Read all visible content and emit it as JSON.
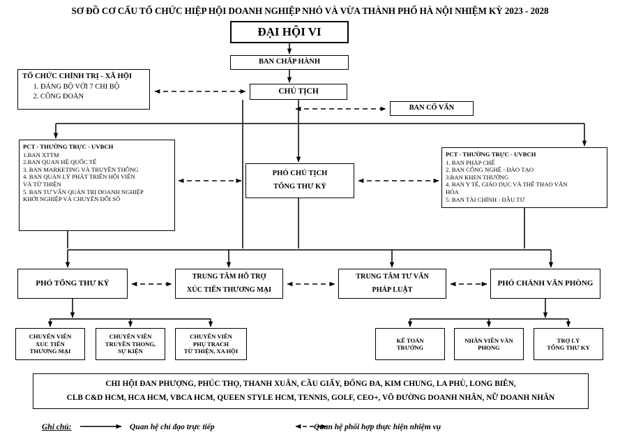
{
  "title": "SƠ ĐỒ CƠ CẤU TỔ CHỨC HIỆP HỘI DOANH NGHIỆP NHỎ VÀ VỪA THÀNH PHỐ HÀ NỘI NHIỆM KỲ 2023 - 2028",
  "nodes": {
    "dai_hoi": "ĐẠI HỘI VI",
    "ban_chap_hanh": "BAN CHẤP HÀNH",
    "chu_tich": "CHỦ TỊCH",
    "ban_co_van": "BAN CỐ VẤN",
    "to_chuc_ct_xh": {
      "heading": "TỔ CHỨC CHÍNH TRỊ - XÃ HỘI",
      "items": [
        "ĐẢNG BỘ VỚI 7 CHI BỘ",
        "CÔNG ĐOÀN"
      ]
    },
    "pct_left": {
      "heading": "PCT - THƯỜNG TRỰC - UVBCH",
      "lines": [
        "1.BAN XTTM",
        "2.BAN QUAN HỆ QUỐC TẾ",
        "3. BAN MARKETING VÀ TRUYỀN THÔNG",
        "4. BAN QUẢN LÝ PHÁT TRIỂN HỘI VIÊN",
        "VÀ TỪ THIỆN",
        "5. BAN TƯ VẤN QUẢN TRỊ DOANH NGHIỆP",
        "KHỞI NGHIỆP VÀ CHUYỂN ĐỔI SỐ"
      ]
    },
    "pct_right": {
      "heading": "PCT - THƯỜNG TRỰC - UVBCH",
      "lines": [
        "1. BAN PHÁP CHẾ",
        "2. BAN CÔNG NGHỆ - ĐÀO TẠO",
        "3.BAN KHEN THƯỞNG",
        "4. BAN Y TẾ, GIÁO DỤC VÀ THỂ THAO VĂN",
        "HÓA",
        "5. BAN TÀI CHÍNH - ĐẦU TƯ"
      ]
    },
    "pho_chu_tich": [
      "PHÓ CHỦ TỊCH",
      "TỔNG THƯ KÝ"
    ],
    "pho_tong_thu_ky": [
      "PHÓ TỔNG THƯ KÝ"
    ],
    "trung_tam_ho_tro": [
      "TRUNG TÂM HỖ TRỢ",
      "XÚC TIẾN THƯƠNG MẠI"
    ],
    "trung_tam_tu_van": [
      "TRUNG TÂM TƯ VẤN",
      "PHÁP LUẬT"
    ],
    "pho_chanh_van_phong": [
      "PHÓ CHÁNH VĂN PHÒNG"
    ],
    "chuyen_vien_1": [
      "CHUYÊN VIÊN",
      "XUC TIẾN",
      "THƯƠNG MẠI"
    ],
    "chuyen_vien_2": [
      "CHUYÊN VIÊN",
      "TRUYỀN THONG,",
      "SỰ KIỆN"
    ],
    "chuyen_vien_3": [
      "CHUYÊN VIÊN",
      "PHỤ TRACH",
      "TỪ THIỆN, XA HỘI"
    ],
    "ke_toan_truong": [
      "KẾ TOÁN",
      "TRƯỞNG"
    ],
    "nhan_vien_van_phong": [
      "NHÂN VIÊN VĂN",
      "PHONG"
    ],
    "tro_ly_tong_thu_ky": [
      "TRỢ LÝ",
      "TỔNG THƯ KY"
    ],
    "chi_hoi": [
      "CHI HỘI ĐAN PHƯỢNG, PHÚC THỌ, THANH XUÂN, CẦU GIẤY, ĐỐNG ĐA, KIM CHUNG, LA PHÙ, LONG BIÊN,",
      "CLB C&D HCM, HCA HCM, VBCA HCM, QUEEN STYLE HCM, TENNIS, GOLF, CEO+, VÕ ĐƯỜNG DOANH NHÂN, NỮ DOANH NHÂN"
    ]
  },
  "legend": {
    "note_label": "Ghi chú:",
    "solid_meaning": "Quan hệ chỉ đạo trực tiếp",
    "dashed_meaning": "Quan hệ phối hợp thực hiện nhiệm vụ"
  },
  "colors": {
    "line": "#000000",
    "background": "#ffffff",
    "text": "#000000"
  }
}
